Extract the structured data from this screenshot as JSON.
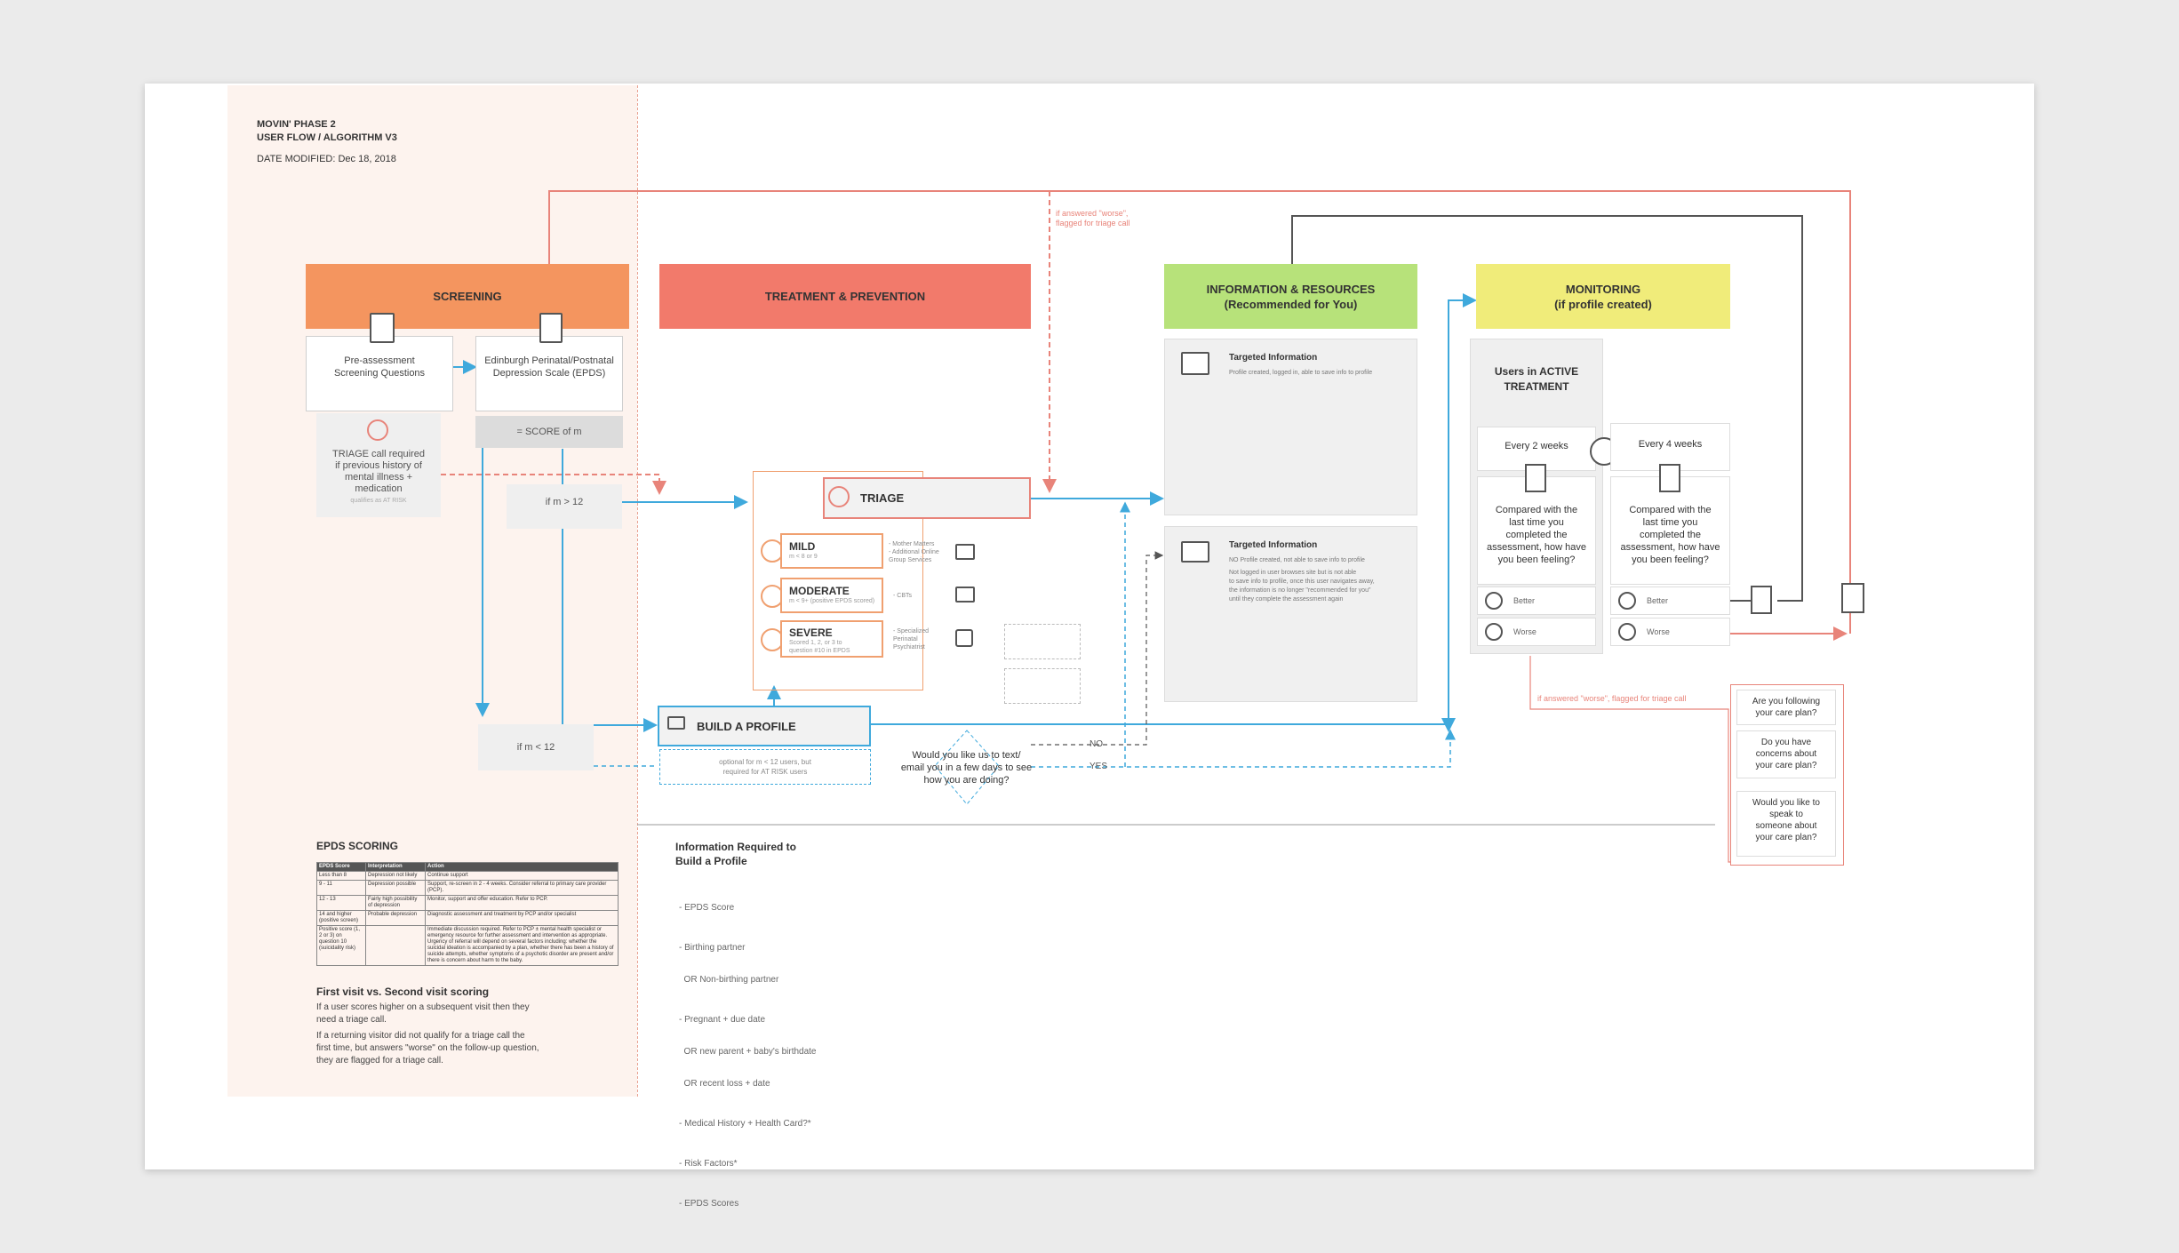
{
  "header": {
    "line1": "MOVIN' PHASE 2",
    "line2": "USER FLOW / ALGORITHM V3",
    "date": "DATE MODIFIED: Dec 18, 2018"
  },
  "colors": {
    "screening": "#f4955f",
    "treatment": "#f27a6b",
    "information": "#b7e27a",
    "monitoring": "#f0ec7a",
    "blue_arrow": "#3fa9dc",
    "red_arrow": "#e8847a",
    "dark_arrow": "#555555"
  },
  "columns": {
    "screening": "SCREENING",
    "treatment": "TREATMENT & PREVENTION",
    "info_line1": "INFORMATION & RESOURCES",
    "info_line2": "(Recommended for You)",
    "monitoring_line1": "MONITORING",
    "monitoring_line2": "(if profile created)"
  },
  "screening": {
    "pre_title_1": "Pre-assessment",
    "pre_title_2": "Screening Questions",
    "epds_title_1": "Edinburgh Perinatal/Postnatal",
    "epds_title_2": "Depression Scale (EPDS)",
    "score": "= SCORE of m",
    "triage_required_1": "TRIAGE call required",
    "triage_required_2": "if previous history of",
    "triage_required_3": "mental illness +",
    "triage_required_4": "medication",
    "triage_required_sub": "qualifies as AT RISK",
    "if_gt": "if m > 12",
    "if_lt": "if m < 12"
  },
  "triage": {
    "label": "TRIAGE",
    "mild": "MILD",
    "mild_sub": "m < 8 or 9",
    "mild_note_1": "- Mother Matters",
    "mild_note_2": "- Additional Online",
    "mild_note_3": "Group Services",
    "moderate": "MODERATE",
    "moderate_sub": "m < 9+ (positive EPDS scored)",
    "moderate_note": "- CBTs",
    "severe": "SEVERE",
    "severe_sub_1": "Scored 1, 2, or 3 to",
    "severe_sub_2": "question #10 in EPDS",
    "severe_note_1": "- Specialized",
    "severe_note_2": "Perinatal",
    "severe_note_3": "Psychiatrist"
  },
  "profile": {
    "label": "BUILD A PROFILE",
    "note_1": "optional for m < 12 users, but",
    "note_2": "required for AT RISK users"
  },
  "followup": {
    "q1": "Would you like us to text/",
    "q2": "email you in a few days to see",
    "q3": "how you are doing?",
    "no": "NO",
    "yes": "YES"
  },
  "info": {
    "t1_title": "Targeted Information",
    "t1_desc": "Profile created, logged in, able to save info to profile",
    "t2_title": "Targeted Information",
    "t2_desc_1": "NO Profile created, not able to save info to profile",
    "t2_desc_2": "Not logged in user browses site but is not able",
    "t2_desc_3": "to save info to profile, once this user navigates away,",
    "t2_desc_4": "the information is no longer \"recommended for you\"",
    "t2_desc_5": "until they complete the assessment again"
  },
  "monitoring": {
    "active_1": "Users in ACTIVE",
    "active_2": "TREATMENT",
    "every2": "Every 2 weeks",
    "every4": "Every 4 weeks",
    "compare_1": "Compared with the",
    "compare_2": "last time you",
    "compare_3": "completed the",
    "compare_4": "assessment, how have",
    "compare_5": "you been feeling?",
    "better": "Better",
    "worse": "Worse",
    "worse_flag": "if answered \"worse\", flagged for triage call",
    "top_flag_1": "if answered \"worse\",",
    "top_flag_2": "flagged for triage call",
    "q_follow_1": "Are you following",
    "q_follow_2": "your care plan?",
    "q_concern_1": "Do you have",
    "q_concern_2": "concerns about",
    "q_concern_3": "your care plan?",
    "q_speak_1": "Would you like to",
    "q_speak_2": "speak to",
    "q_speak_3": "someone about",
    "q_speak_4": "your care plan?"
  },
  "epds_scoring": {
    "title": "EPDS SCORING",
    "headers": [
      "EPDS Score",
      "Interpretation",
      "Action"
    ],
    "rows": [
      [
        "Less than 8",
        "Depression not likely",
        "Continue support"
      ],
      [
        "9 - 11",
        "Depression possible",
        "Support, re-screen in 2 - 4 weeks. Consider referral to primary care provider (PCP)."
      ],
      [
        "12 - 13",
        "Fairly high possibility of depression",
        "Monitor, support and offer education. Refer to PCP."
      ],
      [
        "14 and higher (positive screen)",
        "Probable depression",
        "Diagnostic assessment and treatment by PCP and/or specialist"
      ],
      [
        "Positive score (1, 2 or 3) on question 10 (suicidality risk)",
        "",
        "Immediate discussion required. Refer to PCP ± mental health specialist or emergency resource for further assessment and intervention as appropriate. Urgency of referral will depend on several factors including: whether the suicidal ideation is accompanied by a plan, whether there has been a history of suicide attempts, whether symptoms of a psychotic disorder are present and/or there is concern about harm to the baby."
      ]
    ],
    "visit_title": "First visit vs. Second visit scoring",
    "visit_p1_1": "If a user scores higher on a subsequent visit then they",
    "visit_p1_2": "need a triage call.",
    "visit_p2_1": "If a returning visitor did not qualify for a triage call the",
    "visit_p2_2": "first time, but answers \"worse\" on the follow-up question,",
    "visit_p2_3": "they are flagged for a triage call."
  },
  "required_info": {
    "title_1": "Information Required to",
    "title_2": "Build a Profile",
    "items": [
      "- EPDS Score",
      "- Birthing partner",
      "  OR Non-birthing partner",
      "- Pregnant + due date",
      "  OR new parent + baby's birthdate",
      "  OR recent loss + date",
      "- Medical History + Health Card?*",
      "- Risk Factors*",
      "- EPDS Scores"
    ]
  }
}
